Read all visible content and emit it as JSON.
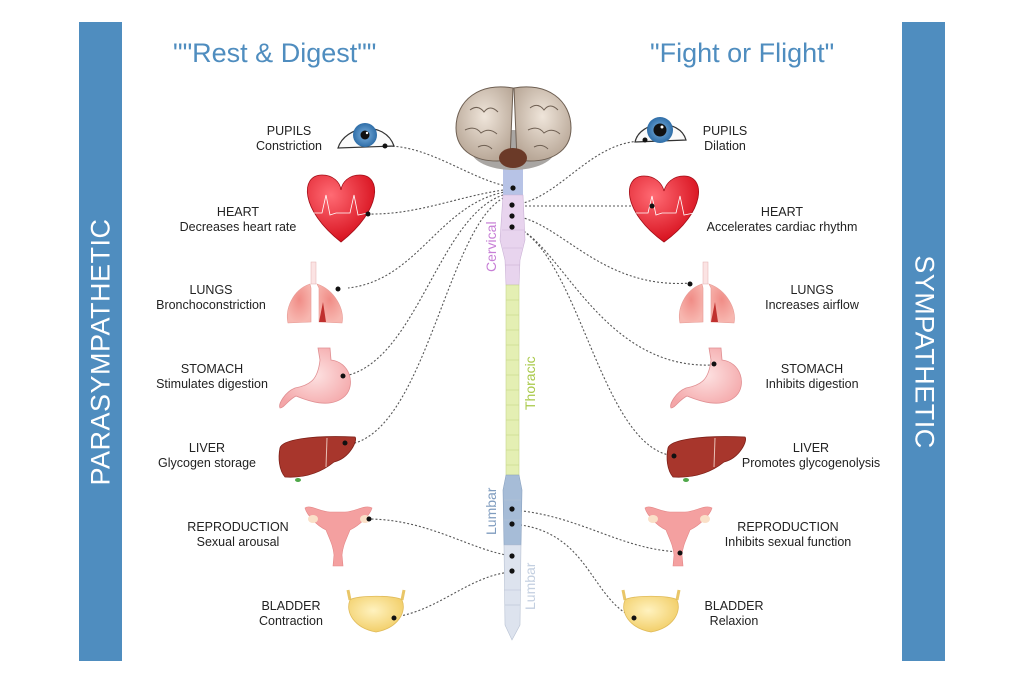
{
  "sidebars": {
    "left": "PARASYMPATHETIC",
    "right": "SYMPATHETIC"
  },
  "headings": {
    "left": "\"\"Rest & Digest\"\"",
    "right": "\"Fight or Flight\""
  },
  "spine_regions": {
    "cervical": "Cervical",
    "thoracic": "Thoracic",
    "lumbar_upper": "Lumbar",
    "lumbar_lower": "Lumbar"
  },
  "parasympathetic": [
    {
      "organ": "PUPILS",
      "effect": "Constriction"
    },
    {
      "organ": "HEART",
      "effect": "Decreases heart rate"
    },
    {
      "organ": "LUNGS",
      "effect": "Bronchoconstriction"
    },
    {
      "organ": "STOMACH",
      "effect": "Stimulates digestion"
    },
    {
      "organ": "LIVER",
      "effect": "Glycogen storage"
    },
    {
      "organ": "REPRODUCTION",
      "effect": "Sexual arousal"
    },
    {
      "organ": "BLADDER",
      "effect": "Contraction"
    }
  ],
  "sympathetic": [
    {
      "organ": "PUPILS",
      "effect": "Dilation"
    },
    {
      "organ": "HEART",
      "effect": "Accelerates cardiac rhythm"
    },
    {
      "organ": "LUNGS",
      "effect": "Increases airflow"
    },
    {
      "organ": "STOMACH",
      "effect": "Inhibits digestion"
    },
    {
      "organ": "LIVER",
      "effect": "Promotes glycogenolysis"
    },
    {
      "organ": "REPRODUCTION",
      "effect": "Inhibits sexual function"
    },
    {
      "organ": "BLADDER",
      "effect": "Relaxion"
    }
  ],
  "colors": {
    "accent": "#4f8dbf",
    "cervical": "#c77fd6",
    "thoracic": "#a9c94a",
    "lumbar_upper": "#7f9cbf",
    "lumbar_lower": "#c3cfe0"
  }
}
